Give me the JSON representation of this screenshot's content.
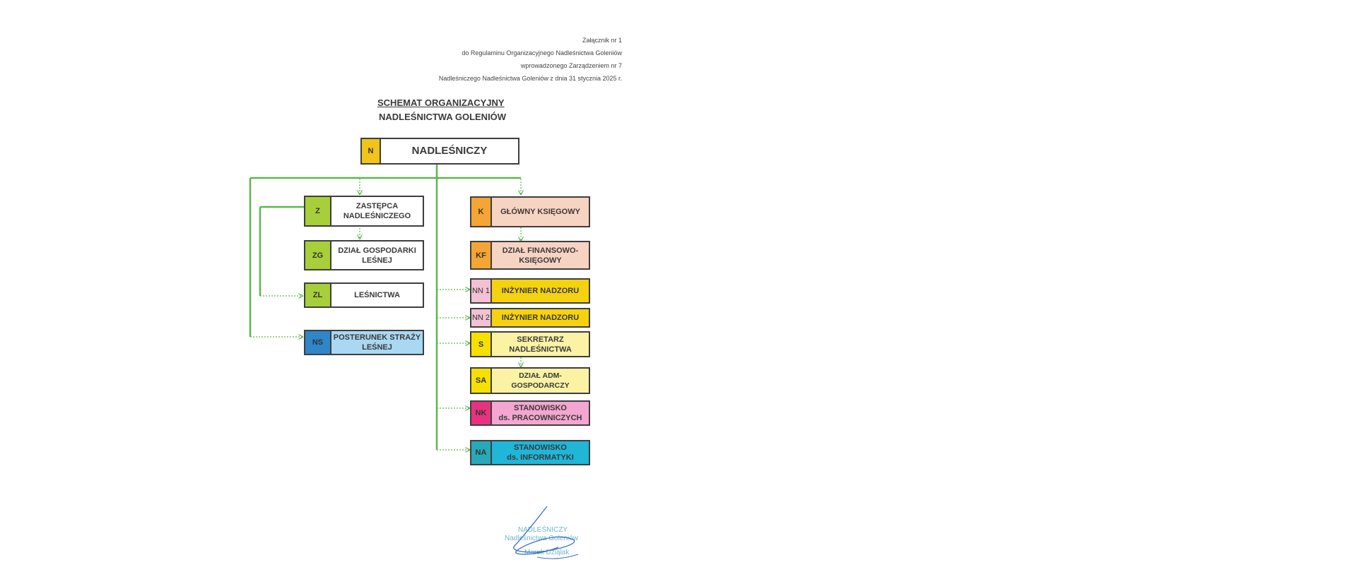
{
  "header": {
    "line1": "Załącznik nr 1",
    "line2": "do Regulaminu Organizacyjnego Nadleśnictwa Goleniów",
    "line3": "wprowadzonego Zarządzeniem nr 7",
    "line4": "Nadleśniczego Nadleśnictwa Goleniów z dnia 31 stycznia 2025 r."
  },
  "title": {
    "line1": "SCHEMAT ORGANIZACYJNY",
    "line2": "NADLEŚNICTWA GOLENIÓW"
  },
  "units": {
    "n": {
      "code": "N",
      "label": "NADLEŚNICZY",
      "code_color": "#f0c419",
      "label_color": "#ffffff"
    },
    "z": {
      "code": "Z",
      "label": "ZASTĘPCA\nNADLEŚNICZEGO",
      "code_color": "#a6cf3a",
      "label_color": "#ffffff"
    },
    "zg": {
      "code": "ZG",
      "label": "DZIAŁ GOSPODARKI\nLEŚNEJ",
      "code_color": "#a6cf3a",
      "label_color": "#ffffff"
    },
    "zl": {
      "code": "ZL",
      "label": "LEŚNICTWA",
      "code_color": "#a6cf3a",
      "label_color": "#ffffff"
    },
    "ns": {
      "code": "NS",
      "label": "POSTERUNEK STRAŻY\nLEŚNEJ",
      "code_color": "#2f86c8",
      "label_color": "#a9d8f2"
    },
    "k": {
      "code": "K",
      "label": "GŁÓWNY KSIĘGOWY",
      "code_color": "#f4a534",
      "label_color": "#f7d3c2"
    },
    "kf": {
      "code": "KF",
      "label": "DZIAŁ FINANSOWO-\nKSIĘGOWY",
      "code_color": "#f4a534",
      "label_color": "#f7d3c2"
    },
    "nn1": {
      "code": "NN 1",
      "label": "INŻYNIER NADZORU",
      "code_color": "#f2c1d3",
      "label_color": "#f5d20f"
    },
    "nn2": {
      "code": "NN 2",
      "label": "INŻYNIER NADZORU",
      "code_color": "#f2c1d3",
      "label_color": "#f5d20f"
    },
    "s": {
      "code": "S",
      "label": "SEKRETARZ\nNADLEŚNICTWA",
      "code_color": "#f5e000",
      "label_color": "#fbf2a4"
    },
    "sa": {
      "code": "SA",
      "label": "DZIAŁ ADM-GOSPODARCZY",
      "code_color": "#f5e000",
      "label_color": "#fbf2a4"
    },
    "nk": {
      "code": "NK",
      "label": "STANOWISKO\nds. PRACOWNICZYCH",
      "code_color": "#e8327f",
      "label_color": "#f3a6cf"
    },
    "na": {
      "code": "NA",
      "label": "STANOWISKO\nds. INFORMATYKI",
      "code_color": "#27a9b8",
      "label_color": "#1fb6d8"
    }
  },
  "signature": {
    "line1": "NADLEŚNICZY",
    "line2": "Nadleśnictwa Goleniów",
    "line3": "Marek Dziąlak"
  },
  "colors": {
    "connector": "#5cb84a",
    "border": "#3e3e3e"
  }
}
